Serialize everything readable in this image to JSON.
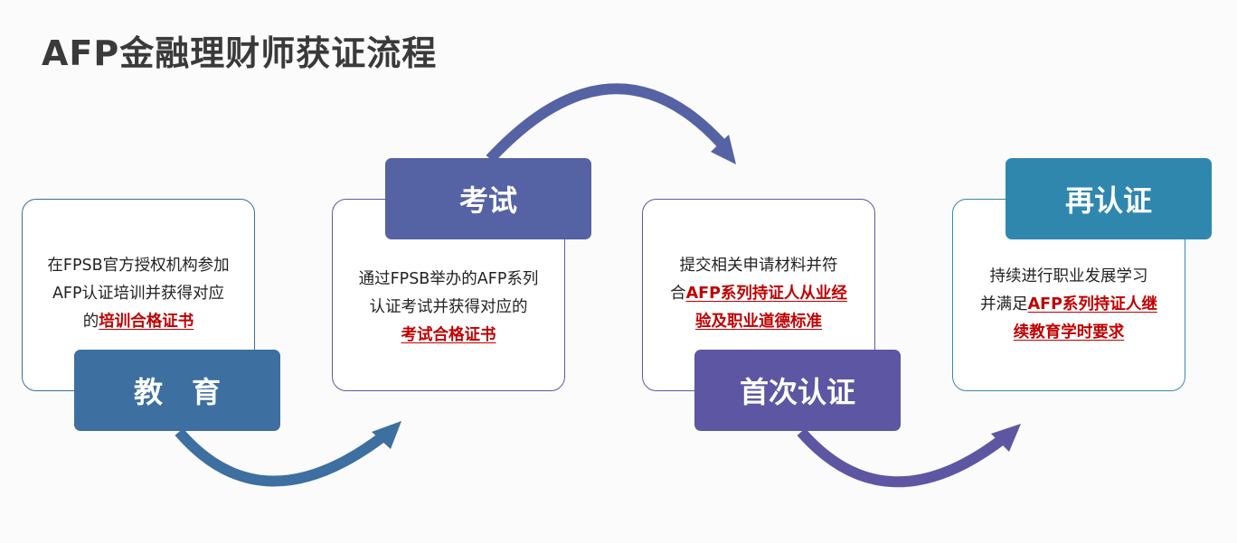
{
  "title": "AFP金融理财师获证流程",
  "colors": {
    "step1": "#3d6fa0",
    "step2": "#5562a3",
    "step3": "#5d56a2",
    "step4": "#2f87ae",
    "highlight": "#c00000"
  },
  "steps": [
    {
      "label": "教　育",
      "lines": [
        "在FPSB官方授权机构参加",
        "AFP认证培训并获得对应"
      ],
      "last_prefix": "的",
      "highlight": "培训合格证书",
      "highlight2": ""
    },
    {
      "label": "考试",
      "lines": [
        "通过FPSB举办的AFP系列",
        "认证考试并获得对应的"
      ],
      "last_prefix": "",
      "highlight": "考试合格证书",
      "highlight2": ""
    },
    {
      "label": "首次认证",
      "lines": [
        "提交相关申请材料并符"
      ],
      "last_prefix": "合",
      "highlight": "AFP系列持证人从业经",
      "highlight2": "验及职业道德标准"
    },
    {
      "label": "再认证",
      "lines": [
        "持续进行职业发展学习"
      ],
      "last_prefix": "并满足",
      "highlight": "AFP系列持证人继",
      "highlight2": "续教育学时要求"
    }
  ]
}
